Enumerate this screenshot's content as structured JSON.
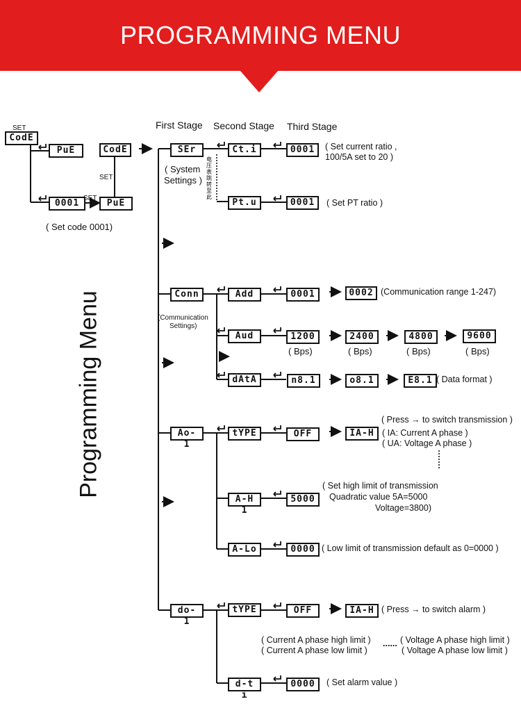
{
  "header": {
    "title": "PROGRAMMING MENU"
  },
  "side_title": "Programming Menu",
  "stages": {
    "first": "First Stage",
    "second": "Second Stage",
    "third": "Third Stage"
  },
  "entry": {
    "set_label": "SET",
    "set_label2": "SET",
    "set_label3": "SET",
    "code_title": "CodE",
    "put1": "PuE",
    "put2": "PuE",
    "code_box": "CodE",
    "code_value": "0001",
    "note": "( Set code 0001)"
  },
  "system": {
    "box": "SEr",
    "note_line1": "( System",
    "note_line2": "Settings )",
    "ct_box": "Ct.i",
    "ct_value": "0001",
    "ct_note_line1": "( Set current ratio ,",
    "ct_note_line2": "100/5A set to 20 )",
    "pt_box": "Pt.u",
    "pt_value": "0001",
    "pt_note": "( Set PT ratio )",
    "vertical_cn": "电压表跳转至此"
  },
  "comm": {
    "box": "Conn",
    "note_line1": "(Communication",
    "note_line2": "Settings)",
    "add_box": "Add",
    "add_value": "0001",
    "add_value2": "0002",
    "add_note": "(Communication range 1-247)",
    "baud_box": "Aud",
    "baud_values": [
      "1200",
      "2400",
      "4800",
      "9600"
    ],
    "bps": "( Bps)",
    "data_box": "dAtA",
    "data_values": [
      "n8.1",
      "o8.1",
      "E8.1"
    ],
    "data_note": "( Data format )"
  },
  "ao": {
    "box": "Ao- 1",
    "type_box": "tYPE",
    "off": "OFF",
    "ia": "IA-H",
    "press_note": "( Press  →  to switch transmission )",
    "ia_note": "( IA:  Current A phase )",
    "ua_note": "( UA: Voltage A phase )",
    "ah_box": "A-H 1",
    "ah_value": "5000",
    "ah_note_line1": "( Set high limit of transmission",
    "ah_note_line2": "Quadratic value 5A=5000",
    "ah_note_line3": "Voltage=3800)",
    "alo_box": "A-Lo",
    "alo_value": "0000",
    "alo_note": "( Low limit of transmission default as 0=0000 )"
  },
  "do": {
    "box": "do- 1",
    "type_box": "tYPE",
    "off": "OFF",
    "ia": "IA-H",
    "press_note": "( Press  →  to switch alarm )",
    "cur_high": "( Current A phase high limit )",
    "cur_low": "( Current A phase low limit )",
    "dots": "......",
    "volt_high": "( Voltage A phase high limit )",
    "volt_low": "( Voltage A phase low limit )",
    "dt_box": "d-t i",
    "dt_value": "0000",
    "dt_note": "( Set alarm value )"
  },
  "colors": {
    "banner": "#e21d1d",
    "ink": "#111111"
  }
}
